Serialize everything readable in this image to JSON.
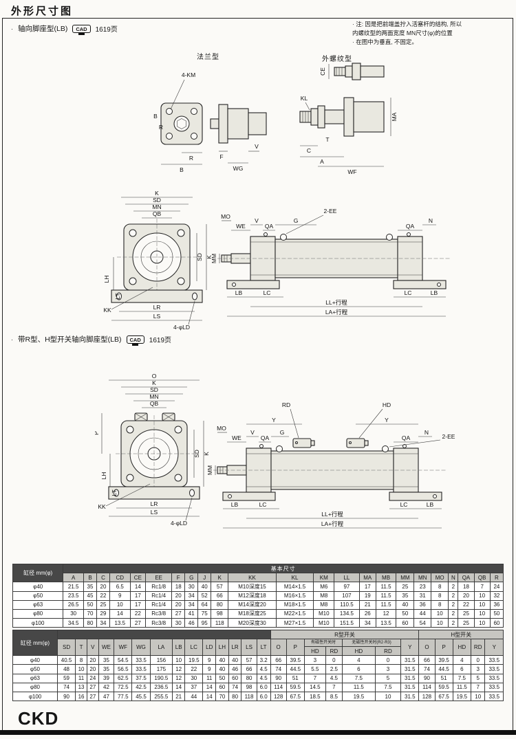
{
  "page": {
    "title": "外形尺寸图",
    "logo": "CKD"
  },
  "sections": {
    "s1": {
      "bullet": "·",
      "label": "轴向脚座型(LB)",
      "cad": "CAD",
      "cad_page": "1619页"
    },
    "s2": {
      "bullet": "·",
      "label": "带R型、H型开关轴向脚座型(LB)",
      "cad": "CAD",
      "cad_page": "1619页"
    }
  },
  "note": {
    "line1": "· 注: 因是把前端盖拧入活塞杆的结构, 所以",
    "line2": "内螺纹型的两面宽度 MN尺寸(φ)的位置",
    "line3": "· 在图中为垂直, 不固定。"
  },
  "drawings": {
    "flange_title": "法兰型",
    "thread_title": "外螺纹型"
  },
  "dims": {
    "K": "K",
    "SD": "SD",
    "MN": "MN",
    "QB": "QB",
    "LH": "LH",
    "LT": "LT",
    "KK": "KK",
    "LR": "LR",
    "LS": "LS",
    "LD4": "4-φLD",
    "MO": "MO",
    "WE": "WE",
    "V": "V",
    "QA": "QA",
    "G": "G",
    "EE2": "2-EE",
    "N": "N",
    "MM": "MM",
    "LB": "LB",
    "LC": "LC",
    "LLS": "LL+行程",
    "LAS": "LA+行程",
    "O": "O",
    "P": "P",
    "RD": "RD",
    "HD": "HD",
    "Y": "Y",
    "KM4": "4-KM",
    "B": "B",
    "R": "R",
    "F": "F",
    "WG": "WG",
    "KL": "KL",
    "MA": "MA",
    "CE": "CE",
    "C": "C",
    "A": "A",
    "WF": "WF",
    "T": "T"
  },
  "table1": {
    "corner": "缸径 mm(φ)",
    "group": "基本尺寸",
    "columns": [
      "A",
      "B",
      "C",
      "CD",
      "CE",
      "EE",
      "F",
      "G",
      "J",
      "K",
      "KK",
      "KL",
      "KM",
      "LL",
      "MA",
      "MB",
      "MM",
      "MN",
      "MO",
      "N",
      "QA",
      "QB",
      "R"
    ],
    "rows": [
      [
        "φ40",
        "21.5",
        "35",
        "20",
        "6.5",
        "14",
        "Rc1/8",
        "18",
        "30",
        "40",
        "57",
        "M10深度15",
        "M14×1.5",
        "M6",
        "97",
        "17",
        "11.5",
        "25",
        "23",
        "8",
        "2",
        "18",
        "7",
        "24"
      ],
      [
        "φ50",
        "23.5",
        "45",
        "22",
        "9",
        "17",
        "Rc1/4",
        "20",
        "34",
        "52",
        "66",
        "M12深度18",
        "M16×1.5",
        "M8",
        "107",
        "19",
        "11.5",
        "35",
        "31",
        "8",
        "2",
        "20",
        "10",
        "32"
      ],
      [
        "φ63",
        "26.5",
        "50",
        "25",
        "10",
        "17",
        "Rc1/4",
        "20",
        "34",
        "64",
        "80",
        "M14深度20",
        "M18×1.5",
        "M8",
        "110.5",
        "21",
        "11.5",
        "40",
        "36",
        "8",
        "2",
        "22",
        "10",
        "36"
      ],
      [
        "φ80",
        "30",
        "70",
        "29",
        "14",
        "22",
        "Rc3/8",
        "27",
        "41",
        "75",
        "98",
        "M18深度25",
        "M22×1.5",
        "M10",
        "134.5",
        "26",
        "12",
        "50",
        "44",
        "10",
        "2",
        "25",
        "10",
        "50"
      ],
      [
        "φ100",
        "34.5",
        "80",
        "34",
        "13.5",
        "27",
        "Rc3/8",
        "30",
        "46",
        "95",
        "118",
        "M20深度30",
        "M27×1.5",
        "M10",
        "151.5",
        "34",
        "13.5",
        "60",
        "54",
        "10",
        "2",
        "25",
        "10",
        "60"
      ]
    ]
  },
  "table2": {
    "corner": "缸径 mm(φ)",
    "dim_columns": [
      "SD",
      "T",
      "V",
      "WE",
      "WF",
      "WG",
      "LA",
      "LB",
      "LC",
      "LD",
      "LH",
      "LR",
      "LS",
      "LT"
    ],
    "r_group": "R型开关",
    "h_group": "H型开关",
    "with_switch": "有磁性开关时",
    "without_switch": "无磁性开关时(R2·R3)",
    "r_cols": [
      "O",
      "P",
      "HD",
      "RD",
      "HD",
      "RD",
      "Y"
    ],
    "h_cols": [
      "O",
      "P",
      "HD",
      "RD",
      "Y"
    ],
    "rows": [
      [
        "φ40",
        "40.5",
        "8",
        "20",
        "35",
        "54.5",
        "33.5",
        "156",
        "10",
        "19.5",
        "9",
        "40",
        "40",
        "57",
        "3.2",
        "66",
        "39.5",
        "3",
        "0",
        "4",
        "0",
        "31.5",
        "66",
        "39.5",
        "4",
        "0",
        "33.5"
      ],
      [
        "φ50",
        "48",
        "10",
        "20",
        "35",
        "56.5",
        "33.5",
        "175",
        "12",
        "22",
        "9",
        "40",
        "46",
        "66",
        "4.5",
        "74",
        "44.5",
        "5.5",
        "2.5",
        "6",
        "3",
        "31.5",
        "74",
        "44.5",
        "6",
        "3",
        "33.5"
      ],
      [
        "φ63",
        "59",
        "11",
        "24",
        "39",
        "62.5",
        "37.5",
        "190.5",
        "12",
        "30",
        "11",
        "50",
        "60",
        "80",
        "4.5",
        "90",
        "51",
        "7",
        "4.5",
        "7.5",
        "5",
        "31.5",
        "90",
        "51",
        "7.5",
        "5",
        "33.5"
      ],
      [
        "φ80",
        "74",
        "13",
        "27",
        "42",
        "72.5",
        "42.5",
        "236.5",
        "14",
        "37",
        "14",
        "60",
        "74",
        "98",
        "6.0",
        "114",
        "59.5",
        "14.5",
        "7",
        "11.5",
        "7.5",
        "31.5",
        "114",
        "59.5",
        "11.5",
        "7",
        "33.5"
      ],
      [
        "φ100",
        "90",
        "16",
        "27",
        "47",
        "77.5",
        "45.5",
        "255.5",
        "21",
        "44",
        "14",
        "70",
        "80",
        "118",
        "6.0",
        "128",
        "67.5",
        "18.5",
        "8.5",
        "19.5",
        "10",
        "31.5",
        "128",
        "67.5",
        "19.5",
        "10",
        "33.5"
      ]
    ]
  }
}
